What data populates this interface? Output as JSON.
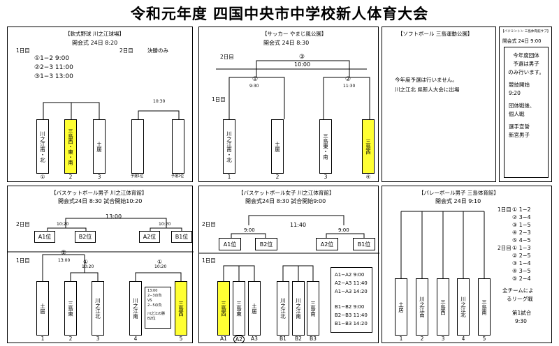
{
  "title": "令和元年度 四国中央市中学校新人体育大会",
  "baseball": {
    "header": "【軟式野球 川之江球場】",
    "opening": "開会式 24日 8:20",
    "day1": "1日目",
    "day2": "2日目",
    "final_only": "決勝のみ",
    "matches": [
      "①1−2 9:00",
      "②2−3 11:00",
      "③1−3 13:00"
    ],
    "teams": [
      "川之江南・北",
      "三島西・東・南",
      "土居"
    ],
    "numbers": [
      "①",
      "2",
      "3"
    ],
    "final_time": "10:30",
    "final_slots": [
      "予選1位",
      "予選2位"
    ]
  },
  "soccer": {
    "header": "【サッカー やまじ風公園】",
    "opening": "開会式 24日 8:30",
    "day1": "1日目",
    "day2": "2日目",
    "final_no": "③",
    "final_time": "10:00",
    "m1_no": "①",
    "m1_time": "9:30",
    "m2_no": "②",
    "m2_time": "11:30",
    "teams": [
      "川之江南・北",
      "土居",
      "三島東・南",
      "三島西"
    ],
    "numbers": [
      "1",
      "2",
      "3",
      "④"
    ]
  },
  "softball": {
    "header": "【ソフトボール 三島運動公園】",
    "line1": "今年度予選は行いません。",
    "line2": "川之江北 県新人大会に出場"
  },
  "badminton": {
    "header": "【バドミントン 三島体育館サブ】",
    "opening": "開会式 24日 9:00",
    "lines": [
      "今年度団体",
      "予選は男子",
      "のみ行います。",
      "",
      "競技開始",
      "9:20",
      "",
      "団体戦後、",
      "個人戦",
      "",
      "選手宣誓",
      "新宮男子"
    ]
  },
  "bball_boys": {
    "header": "【バスケットボール男子 川之江体育館】",
    "opening": "開会式24日 8:30 試合開始10:20",
    "day1": "1日目",
    "day2": "2日目",
    "final_time": "13:00",
    "semi_time": "10:20",
    "semis": [
      "A1位",
      "B2位",
      "A2位",
      "B1位"
    ],
    "a_no": "②",
    "a_time1": "13:00",
    "a_no2": "①",
    "a_time2": "10:20",
    "b_no": "①",
    "b_time": "10:20",
    "teams": [
      "土居",
      "三島東",
      "川之江北",
      "川之江南",
      "三島西"
    ],
    "numbers": [
      "1",
      "2",
      "3",
      "4",
      "5"
    ],
    "note": [
      "13:00",
      "2−3の負",
      "VS",
      "2−5の負",
      "",
      "川之江の勝",
      "B2位"
    ]
  },
  "bball_girls": {
    "header": "【バスケットボール女子 川之江体育館】",
    "opening": "開会式24日 8:30 試合開始9:00",
    "day1": "1日目",
    "day2": "2日目",
    "final_time": "11:40",
    "semi_time": "9:00",
    "semis": [
      "A1位",
      "B2位",
      "A2位",
      "B1位"
    ],
    "teams_a": [
      "三島西",
      "三島東",
      "土居"
    ],
    "teams_b": [
      "川之江北",
      "川之江南",
      "三島南"
    ],
    "numbers": [
      "A1",
      "A2",
      "A3",
      "B1",
      "B2",
      "B3"
    ],
    "schedule_a": [
      "A1−A2 9:00",
      "A2−A3 11:40",
      "A1−A3 14:20"
    ],
    "schedule_b": [
      "B1−B2 9:00",
      "B2−B3 11:40",
      "B1−B3 14:20"
    ]
  },
  "volleyball": {
    "header": "【バレーボール男子 三島体育館】",
    "opening": "開会式 24日 9:10",
    "day1": "1日目",
    "day2": "2日目",
    "day1_matches": [
      "① 1−2",
      "② 3−4",
      "③ 1−5",
      "④ 2−3",
      "⑤ 4−5"
    ],
    "day2_matches": [
      "① 1−3",
      "② 2−5",
      "③ 1−4",
      "④ 3−5",
      "⑤ 2−4"
    ],
    "note1": "全チームによ",
    "note2": "るリーグ戦",
    "note3": "第1試合",
    "note4": "9:30",
    "teams": [
      "土居",
      "川之江南",
      "三島西",
      "川之江北",
      "三島南"
    ],
    "numbers": [
      "1",
      "2",
      "3",
      "4",
      "5"
    ]
  }
}
